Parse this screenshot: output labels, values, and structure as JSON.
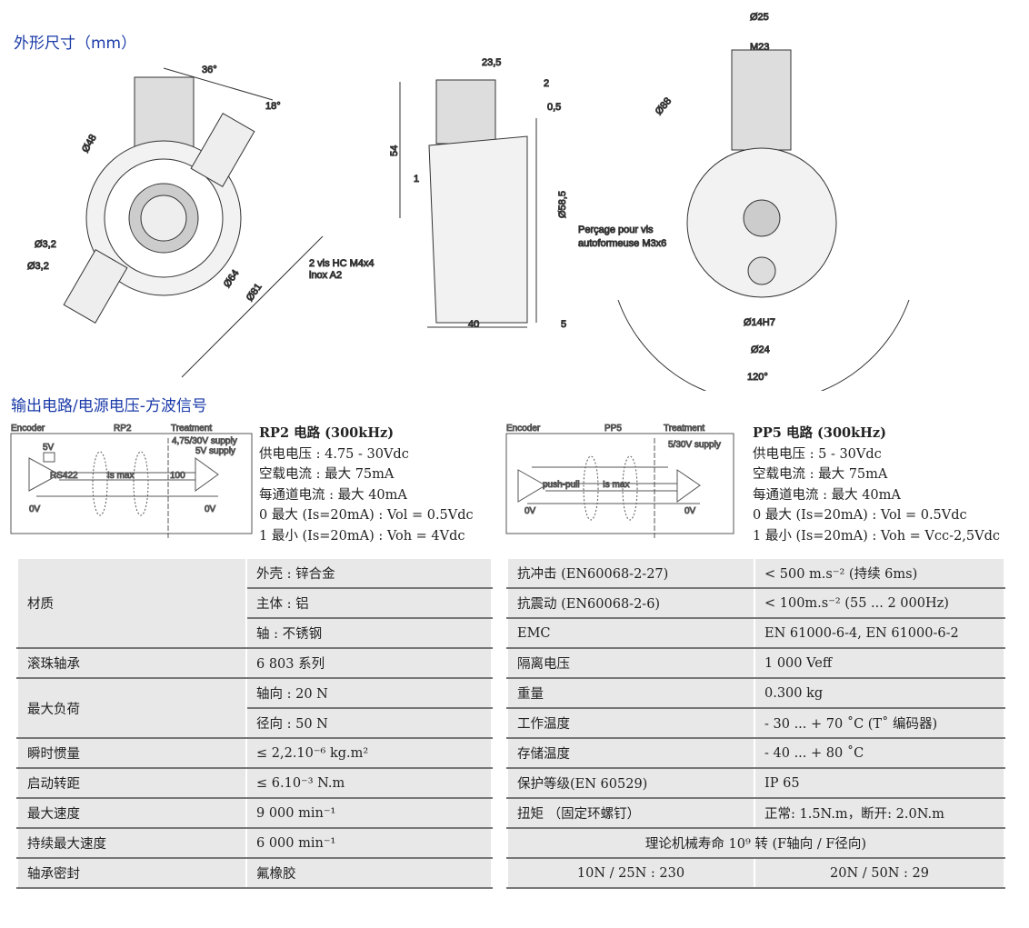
{
  "section1_title": "外形尺寸（mm）",
  "section2_title": "输出电路/电源电压-方波信号",
  "drawing": {
    "front": {
      "angle1": "36°",
      "angle2": "18°",
      "d48": "Ø48",
      "d32a": "Ø3,2",
      "d32b": "Ø3,2",
      "d64": "Ø64",
      "d81": "Ø81"
    },
    "side": {
      "w235": "23,5",
      "w2": "2",
      "w05": "0,5",
      "h54": "54",
      "w1": "1",
      "d585": "Ø58,5",
      "w40": "40",
      "w5": "5",
      "screw1": "2 vis HC M4x4",
      "screw2": "inox A2"
    },
    "rear": {
      "d25": "Ø25",
      "m23": "M23",
      "d88": "Ø88",
      "note1": "Perçage pour vis",
      "note2": "autoformeuse M3x6",
      "d14": "Ø14H7",
      "d24": "Ø24",
      "a120": "120°"
    }
  },
  "circuits": [
    {
      "encoder": "Encoder",
      "name": "RP2",
      "treatment": "Treatment",
      "supply1": "4,75/30V supply",
      "supply2": "5V supply",
      "v5": "5V",
      "line": "RS422",
      "ismax": "Is max",
      "r": "100",
      "ov1": "0V",
      "ov2": "0V",
      "title": "RP2 电路 (300kHz)",
      "specs": [
        "供电电压 : 4.75 - 30Vdc",
        "空载电流 : 最大 75mA",
        "每通道电流 : 最大 40mA",
        "0 最大 (Is=20mA) : Vol = 0.5Vdc",
        "1 最小 (Is=20mA) : Voh = 4Vdc"
      ]
    },
    {
      "encoder": "Encoder",
      "name": "PP5",
      "treatment": "Treatment",
      "supply1": "5/30V supply",
      "line": "push-pull",
      "ismax": "Is max",
      "ov1": "0V",
      "ov2": "0V",
      "title": "PP5 电路 (300kHz)",
      "specs": [
        "供电电压 : 5 - 30Vdc",
        "空载电流 : 最大 75mA",
        "每通道电流 : 最大 40mA",
        "0 最大 (Is=20mA) : Vol = 0.5Vdc",
        "1 最小 (Is=20mA) : Voh = Vcc-2,5Vdc"
      ]
    }
  ],
  "left_table": {
    "material": "材质",
    "mat": [
      "外壳 : 锌合金",
      "主体 : 铝",
      "轴 : 不锈钢"
    ],
    "bearing": "滚珠轴承",
    "bearing_v": "6 803 系列",
    "load": "最大负荷",
    "load_v": [
      "轴向 : 20 N",
      "径向 : 50 N"
    ],
    "rows": [
      [
        "瞬时惯量",
        "≤ 2,2.10⁻⁶ kg.m²"
      ],
      [
        "启动转距",
        "≤ 6.10⁻³ N.m"
      ],
      [
        "最大速度",
        "9 000 min⁻¹"
      ],
      [
        "持续最大速度",
        "6 000 min⁻¹"
      ],
      [
        "轴承密封",
        "氟橡胶"
      ]
    ]
  },
  "right_table": {
    "rows": [
      [
        "抗冲击 (EN60068-2-27)",
        "< 500 m.s⁻² (持续 6ms)"
      ],
      [
        "抗震动 (EN60068-2-6)",
        "< 100m.s⁻² (55 ... 2 000Hz)"
      ],
      [
        "EMC",
        "EN 61000-6-4, EN 61000-6-2"
      ],
      [
        "隔离电压",
        "1 000 Veff"
      ],
      [
        "重量",
        "0.300 kg"
      ],
      [
        "工作温度",
        "- 30 ... + 70 ˚C (T˚ 编码器)"
      ],
      [
        "存储温度",
        "- 40 ... + 80 ˚C"
      ],
      [
        "保护等级(EN 60529)",
        "IP 65"
      ],
      [
        "扭矩 （固定环螺钉）",
        "正常:  1.5N.m，断开:  2.0N.m"
      ]
    ],
    "life": "理论机械寿命 10⁹ 转 (F轴向 / F径向)",
    "life_v": [
      "10N / 25N : 230",
      "20N / 50N : 29"
    ]
  }
}
